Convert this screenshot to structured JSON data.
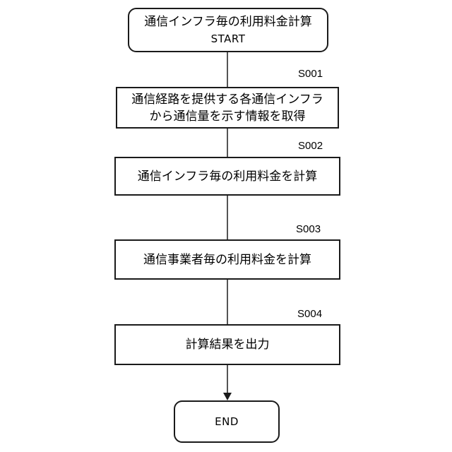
{
  "flowchart": {
    "start": {
      "lines": [
        "通信インフラ毎の利用料金計算",
        "START"
      ]
    },
    "steps": [
      {
        "id": "S001",
        "label": "S001",
        "lines": [
          "通信経路を提供する各通信インフラ",
          "から通信量を示す情報を取得"
        ]
      },
      {
        "id": "S002",
        "label": "S002",
        "lines": [
          "通信インフラ毎の利用料金を計算"
        ]
      },
      {
        "id": "S003",
        "label": "S003",
        "lines": [
          "通信事業者毎の利用料金を計算"
        ]
      },
      {
        "id": "S004",
        "label": "S004",
        "lines": [
          "計算結果を出力"
        ]
      }
    ],
    "end": {
      "lines": [
        "END"
      ]
    }
  }
}
